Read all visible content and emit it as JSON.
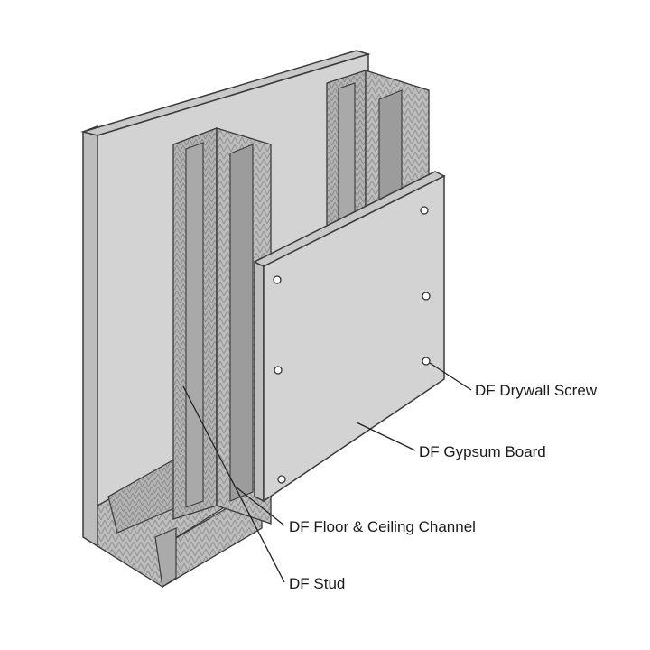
{
  "labels": {
    "drywall_screw": "DF Drywall Screw",
    "gypsum_board": "DF Gypsum Board",
    "floor_ceiling_channel": "DF Floor & Ceiling Channel",
    "stud": "DF Stud"
  },
  "colors": {
    "background": "#ffffff",
    "board_face": "#d3d3d3",
    "board_edge": "#bdbdbd",
    "metal": "#b9b9b9",
    "metal_dark": "#8e8e8e",
    "outline": "#3a3a3a",
    "leader": "#222222"
  }
}
